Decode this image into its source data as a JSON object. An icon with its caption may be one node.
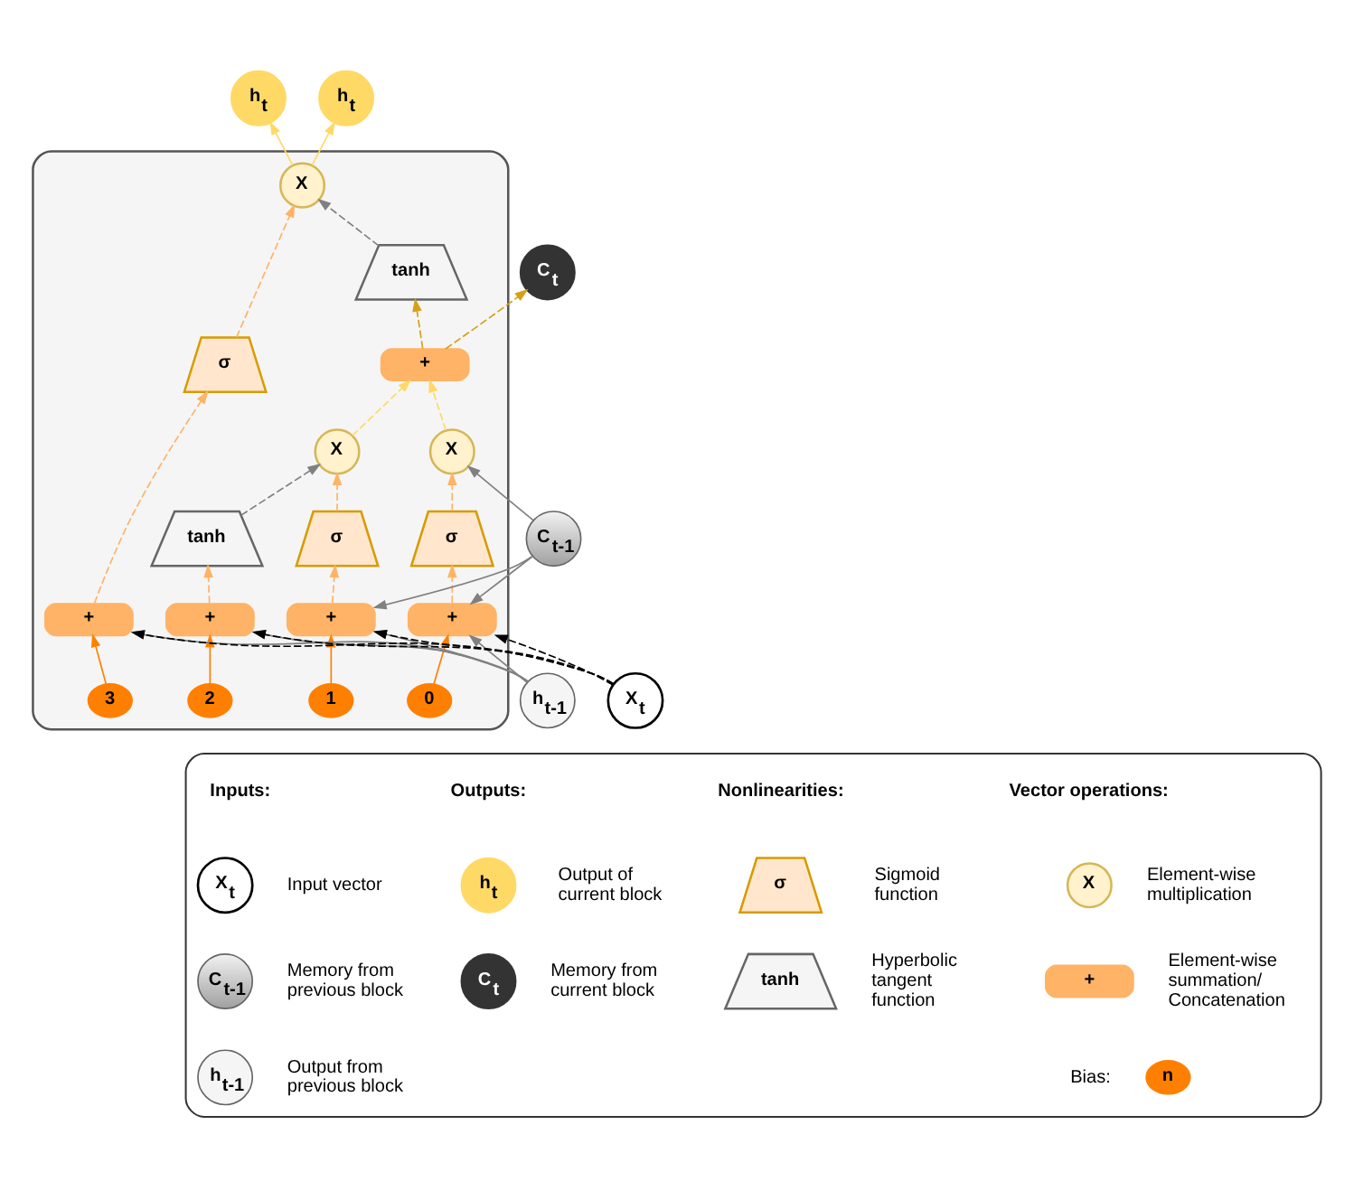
{
  "diagram": {
    "nodes": [
      {
        "text": [],
        "shape": "box"
      },
      {
        "text": [
          "C$_{t-1}$"
        ]
      },
      {
        "text": [
          "h$_{t-1}$"
        ]
      },
      {
        "text": [
          "X$_{t}$"
        ]
      },
      {
        "text": [
          "X"
        ],
        "in": 0
      },
      {
        "text": [
          "+"
        ],
        "in": 0
      },
      {
        "text": [
          "σ"
        ],
        "in": 0
      },
      {
        "text": [
          "σ"
        ],
        "in": 0
      },
      {
        "text": [
          "X"
        ],
        "in": 0
      },
      {
        "text": [
          "tanh"
        ],
        "in": 0
      },
      {
        "text": [
          "σ"
        ],
        "in": 0
      },
      {
        "text": [
          "tanh"
        ],
        "in": 0
      },
      {
        "text": [
          "X"
        ],
        "in": 0
      },
      {
        "text": [
          "+"
        ],
        "in": 0
      },
      {
        "text": [
          "+"
        ],
        "in": 0
      },
      {
        "text": [
          "+"
        ],
        "in": 0
      },
      {
        "text": [
          "+"
        ],
        "in": 0
      },
      {
        "text": [
          "0"
        ],
        "in": 0
      },
      {
        "text": [
          "1"
        ],
        "in": 0
      },
      {
        "text": [
          "2"
        ],
        "in": 0
      },
      {
        "text": [
          "3"
        ],
        "in": 0
      },
      {
        "text": [
          "h$_{t}$"
        ]
      },
      {
        "text": [
          "C$_{t}$"
        ]
      },
      {
        "text": [
          "h$_{t}$"
        ]
      },
      {
        "text": [],
        "shape": "box"
      },
      {
        "text": [
          "X$_{t}$"
        ],
        "in": 24,
        "beside": [
          "Input vector"
        ]
      },
      {
        "text": [
          "C$_{t-1}$"
        ],
        "in": 24,
        "beside": [
          "Memory from previous block"
        ]
      },
      {
        "text": [
          "h$_{t-1}$"
        ],
        "in": 24,
        "beside": [
          "Output from previous block"
        ]
      },
      {
        "text": [
          "h$_{t}$"
        ],
        "in": 24,
        "beside": [
          "Output of current block"
        ]
      },
      {
        "text": [
          "C$_{t}$"
        ],
        "in": 24,
        "beside": [
          "Memory from current block"
        ]
      },
      {
        "text": [
          "σ"
        ],
        "in": 24,
        "beside": [
          "Sigmoid function"
        ]
      },
      {
        "text": [
          "tanh"
        ],
        "in": 24,
        "beside": [
          "Hyperbolic tangent function"
        ]
      },
      {
        "text": [
          "X"
        ],
        "in": 24,
        "beside": [
          "Element-wise multiplication"
        ]
      },
      {
        "text": [
          "+"
        ],
        "in": 24,
        "beside": [
          "Element-wise summation/ Concatenation"
        ]
      },
      {
        "text": [
          "n"
        ],
        "in": 24,
        "beside": [
          "Bias:"
        ]
      }
    ],
    "edges": [
      {
        "from": 1,
        "to": 4,
        "arrow": "to"
      },
      {
        "from": 1,
        "to": 13,
        "arrow": "to"
      },
      {
        "from": 1,
        "to": 14,
        "arrow": "to"
      },
      {
        "from": 2,
        "to": 13,
        "arrow": "to"
      },
      {
        "from": 2,
        "to": 14,
        "arrow": "to"
      },
      {
        "from": 2,
        "to": 15,
        "arrow": "to"
      },
      {
        "from": 2,
        "to": 16,
        "arrow": "to"
      },
      {
        "from": 3,
        "to": 13,
        "arrow": "to",
        "style": "dashed",
        "color": "#000000"
      },
      {
        "from": 3,
        "to": 14,
        "arrow": "to",
        "style": "dashed",
        "color": "#000000"
      },
      {
        "from": 3,
        "to": 15,
        "arrow": "to",
        "style": "dashed",
        "color": "#000000"
      },
      {
        "from": 3,
        "to": 16,
        "arrow": "to",
        "style": "dashed",
        "color": "#000000"
      },
      {
        "from": 17,
        "to": 13,
        "arrow": "to",
        "color": "#ff8000"
      },
      {
        "from": 18,
        "to": 14,
        "arrow": "to",
        "color": "#ff8000"
      },
      {
        "from": 19,
        "to": 15,
        "arrow": "to",
        "color": "#ff8000"
      },
      {
        "from": 20,
        "to": 16,
        "arrow": "to",
        "color": "#ff8000"
      },
      {
        "from": 13,
        "to": 6,
        "arrow": "to",
        "style": "dashed",
        "color": "#ffb366"
      },
      {
        "from": 14,
        "to": 7,
        "arrow": "to",
        "style": "dashed",
        "color": "#ffb366"
      },
      {
        "from": 15,
        "to": 9,
        "arrow": "to",
        "style": "dashed",
        "color": "#ffb366"
      },
      {
        "from": 16,
        "to": 10,
        "arrow": "to",
        "style": "dashed",
        "color": "#ffb366"
      },
      {
        "from": 6,
        "to": 4,
        "arrow": "to",
        "style": "dashed",
        "color": "#ffb366"
      },
      {
        "from": 7,
        "to": 8,
        "arrow": "to",
        "style": "dashed",
        "color": "#ffb366"
      },
      {
        "from": 9,
        "to": 8,
        "arrow": "to",
        "style": "dashed"
      },
      {
        "from": 4,
        "to": 5,
        "arrow": "to",
        "style": "dashed",
        "color": "#ffd966"
      },
      {
        "from": 8,
        "to": 5,
        "arrow": "to",
        "style": "dashed",
        "color": "#ffd966"
      },
      {
        "from": 5,
        "to": 22,
        "arrow": "to",
        "style": "dashed",
        "color": "#d6a017"
      },
      {
        "from": 5,
        "to": 11,
        "arrow": "to",
        "style": "dashed",
        "color": "#d6a017"
      },
      {
        "from": 11,
        "to": 12,
        "arrow": "to",
        "style": "dashed"
      },
      {
        "from": 10,
        "to": 12,
        "arrow": "to",
        "style": "dashed",
        "color": "#ffb366"
      },
      {
        "from": 12,
        "to": 23,
        "arrow": "to",
        "color": "#ffd966"
      },
      {
        "from": 12,
        "to": 21,
        "arrow": "to",
        "color": "#ffd966"
      }
    ],
    "labels": [
      "Inputs:",
      "Outputs:",
      "Nonlinearities:",
      "Vector operations:"
    ]
  }
}
